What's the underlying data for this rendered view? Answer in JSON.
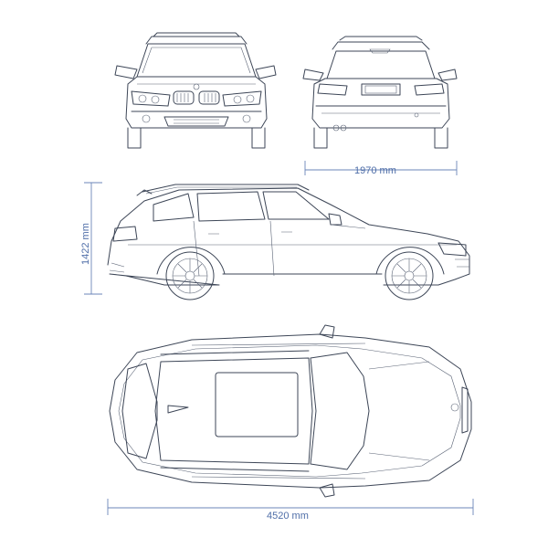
{
  "dimensions": {
    "width_label": "1970 mm",
    "height_label": "1422 mm",
    "length_label": "4520 mm"
  },
  "colors": {
    "line": "#3d4657",
    "dimension": "#6b86b8",
    "background": "#ffffff"
  }
}
